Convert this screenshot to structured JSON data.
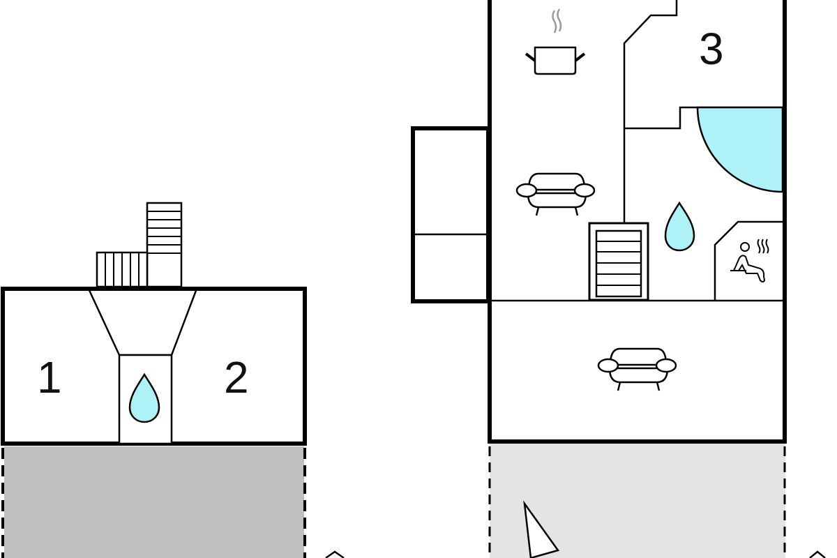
{
  "plan": {
    "rooms": [
      {
        "id": "bedroom-1",
        "number": "1"
      },
      {
        "id": "bedroom-2",
        "number": "2"
      },
      {
        "id": "bedroom-3",
        "number": "3"
      }
    ],
    "icons": {
      "kitchen": "cooking-pot-icon",
      "living_upper": "sofa-icon",
      "living_lower": "sofa-icon",
      "bathroom_left": "water-drop-icon",
      "bathroom_right": "water-drop-icon",
      "sauna": "sauna-icon",
      "compass": "north-arrow-icon"
    },
    "colors": {
      "wall": "#000000",
      "water": "#aef2f8",
      "terrace_dark": "#c0c0c0",
      "terrace_light": "#e4e4e4",
      "steam": "#9a9a9a"
    }
  }
}
